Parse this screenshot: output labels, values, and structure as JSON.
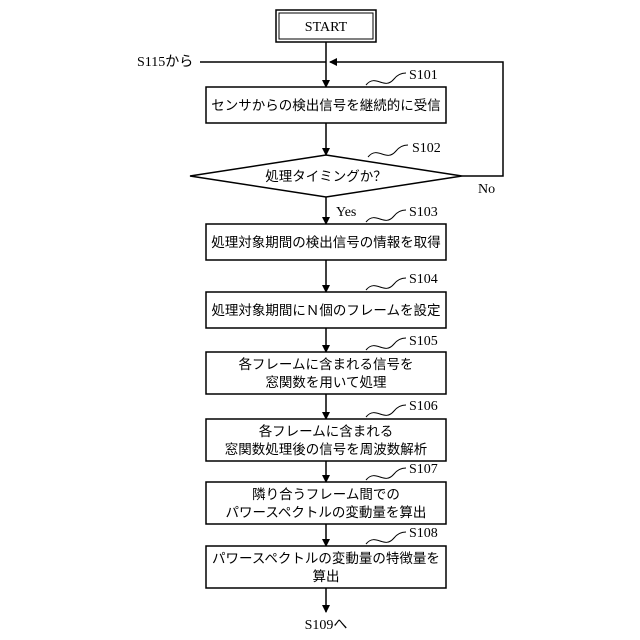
{
  "start": "START",
  "entry_label": "S115から",
  "exit_label": "S109へ",
  "yes_label": "Yes",
  "no_label": "No",
  "steps": [
    {
      "id": "S101",
      "lines": [
        "センサからの検出信号を継続的に受信"
      ]
    },
    {
      "id": "S102",
      "lines": [
        "処理タイミングか？"
      ]
    },
    {
      "id": "S103",
      "lines": [
        "処理対象期間の検出信号の情報を取得"
      ]
    },
    {
      "id": "S104",
      "lines": [
        "処理対象期間にＮ個のフレームを設定"
      ]
    },
    {
      "id": "S105",
      "lines": [
        "各フレームに含まれる信号を",
        "窓関数を用いて処理"
      ]
    },
    {
      "id": "S106",
      "lines": [
        "各フレームに含まれる",
        "窓関数処理後の信号を周波数解析"
      ]
    },
    {
      "id": "S107",
      "lines": [
        "隣り合うフレーム間での",
        "パワースペクトルの変動量を算出"
      ]
    },
    {
      "id": "S108",
      "lines": [
        "パワースペクトルの変動量の特徴量を",
        "算出"
      ]
    }
  ]
}
